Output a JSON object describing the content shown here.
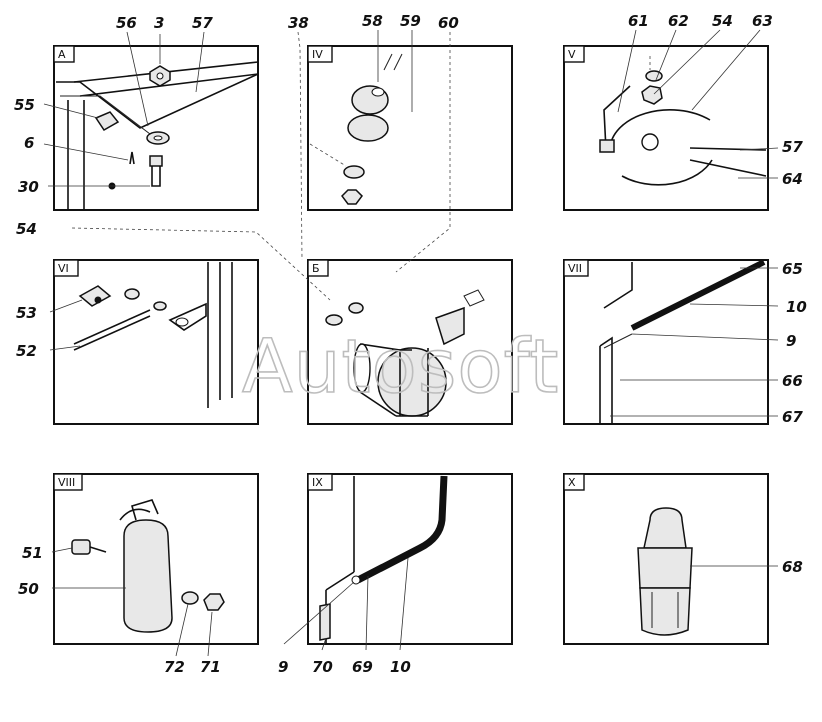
{
  "watermark": "Autosoft",
  "panels": [
    {
      "tag": "А",
      "callouts": [
        "56",
        "3",
        "57",
        "55",
        "6",
        "30"
      ]
    },
    {
      "tag": "IV",
      "callouts": [
        "58",
        "59"
      ]
    },
    {
      "tag": "V",
      "callouts": [
        "61",
        "62",
        "54",
        "63",
        "57",
        "64"
      ]
    },
    {
      "tag": "VI",
      "callouts": [
        "53",
        "52"
      ]
    },
    {
      "tag": "Б",
      "callouts": []
    },
    {
      "tag": "VII",
      "callouts": [
        "65",
        "10",
        "9",
        "66",
        "67"
      ]
    },
    {
      "tag": "VIII",
      "callouts": [
        "51",
        "50",
        "72",
        "71"
      ]
    },
    {
      "tag": "IX",
      "callouts": [
        "9",
        "70",
        "69",
        "10"
      ]
    },
    {
      "tag": "X",
      "callouts": [
        "68"
      ]
    }
  ],
  "outer_callouts": [
    "38",
    "60",
    "54"
  ],
  "colors": {
    "ink": "#111111",
    "paper": "#ffffff",
    "watermark": "#bdbdbd"
  }
}
